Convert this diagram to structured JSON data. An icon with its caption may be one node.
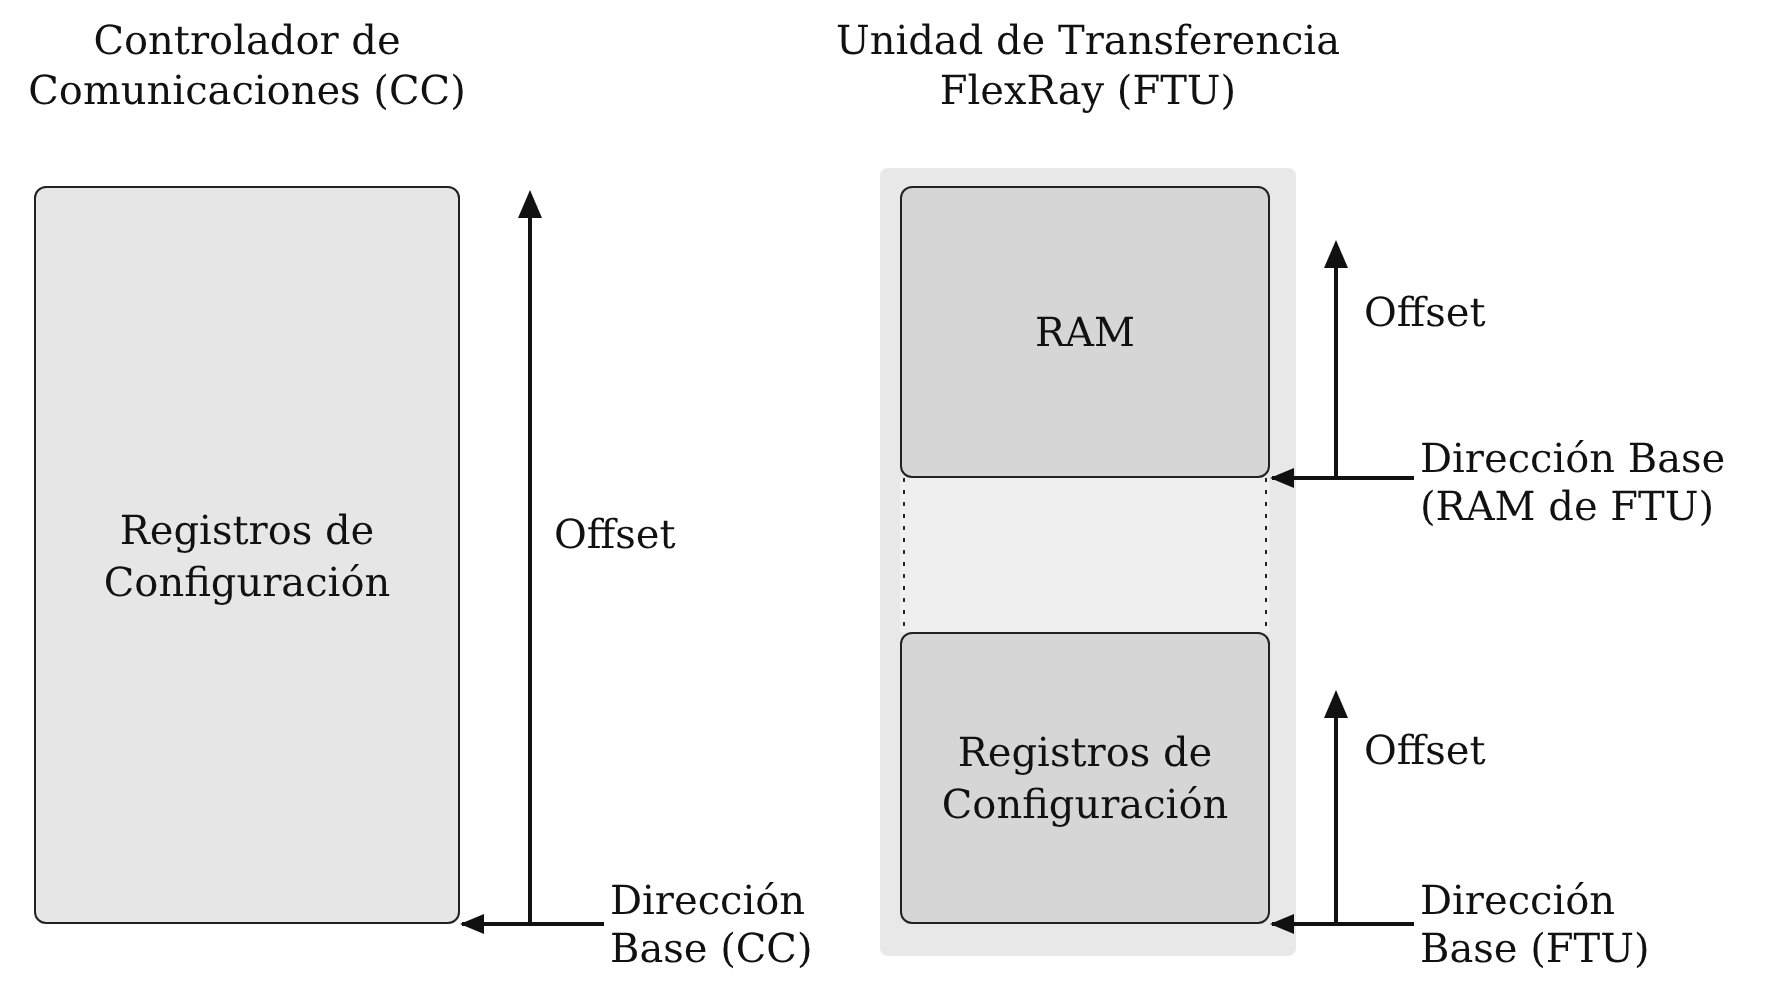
{
  "diagram": {
    "nodes": [
      {
        "text": [
          "Controlador de Comunicaciones (CC)",
          "Registros de Configuración"
        ]
      },
      {
        "text": [
          "Unidad de Transferencia FlexRay (FTU)"
        ]
      },
      {
        "text": [
          "RAM"
        ],
        "in": 1
      },
      {
        "text": [
          "Registros de Configuración"
        ],
        "in": 1
      },
      {
        "text": [
          "Dirección Base (CC)"
        ]
      },
      {
        "text": [
          "Dirección Base (RAM de FTU)"
        ]
      },
      {
        "text": [
          "Dirección Base (FTU)"
        ]
      }
    ],
    "edges": [
      {
        "from": 4,
        "to": 0,
        "arrow": "to"
      },
      {
        "from": 5,
        "to": 2,
        "arrow": "to"
      },
      {
        "from": 6,
        "to": 3,
        "arrow": "to"
      }
    ],
    "labels": [
      "Offset",
      "Offset",
      "Offset"
    ]
  }
}
